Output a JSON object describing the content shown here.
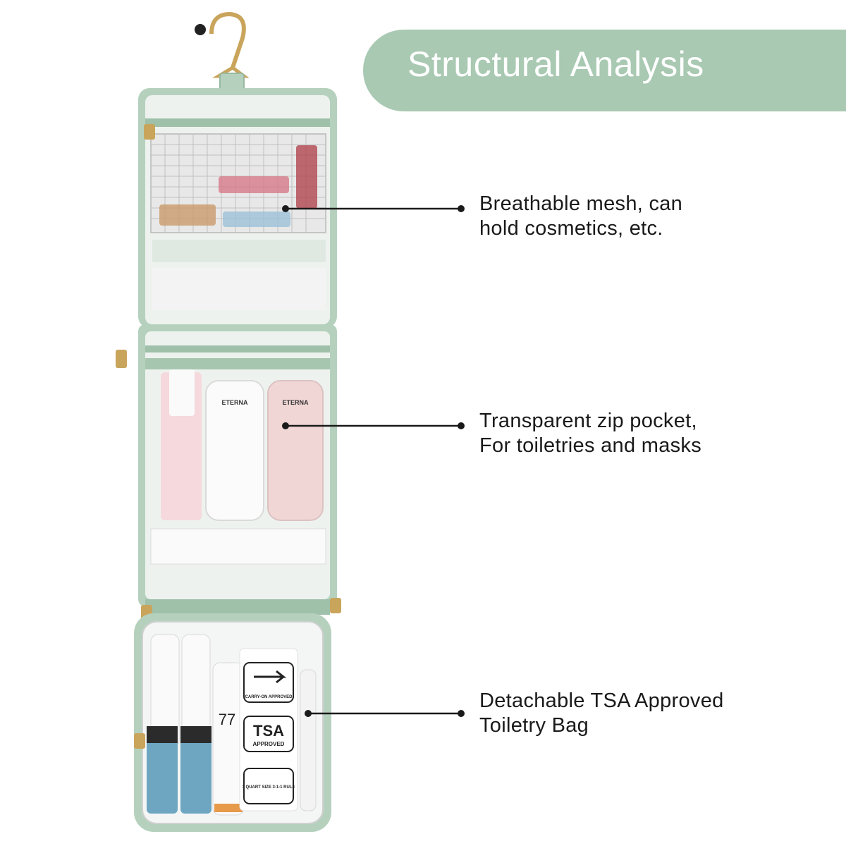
{
  "header": {
    "title": "Structural Analysis"
  },
  "callouts": [
    {
      "line1": "Breathable mesh, can",
      "line2": "hold cosmetics, etc."
    },
    {
      "line1": "Transparent zip pocket,",
      "line2": "For toiletries and masks"
    },
    {
      "line1": "Detachable TSA Approved",
      "line2": "Toiletry Bag"
    }
  ],
  "product_labels": {
    "bottle_brand": "ETERNA",
    "carry_on": "CARRY-ON APPROVED",
    "tsa": "TSA",
    "tsa_sub": "APPROVED",
    "quart": "1 QUART SIZE 3-1-1 RULE",
    "bottle_number": "77"
  },
  "colors": {
    "accent_green": "#a9c9b2",
    "bag_trim": "#b5d1bd",
    "zipper_gold": "#c9a55c",
    "text": "#1a1a1a"
  }
}
